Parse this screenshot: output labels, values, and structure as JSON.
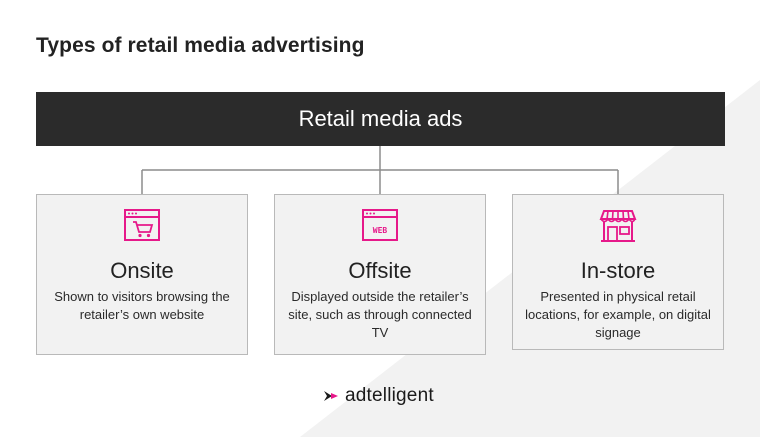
{
  "title": "Types of retail media advertising",
  "root": {
    "label": "Retail media ads"
  },
  "cards": [
    {
      "title": "Onsite",
      "description": "Shown to visitors browsing the retailer’s own website",
      "icon": "shopping-cart-window-icon"
    },
    {
      "title": "Offsite",
      "description": "Displayed outside the retailer’s site, such as through connected TV",
      "icon": "web-window-icon"
    },
    {
      "title": "In-store",
      "description": "Presented in physical retail locations, for example, on digital signage",
      "icon": "storefront-icon"
    }
  ],
  "brand": {
    "name": "adtelligent"
  },
  "colors": {
    "accent": "#e6198a",
    "root_bg": "#2b2b2b",
    "card_bg": "#f2f2f2"
  }
}
